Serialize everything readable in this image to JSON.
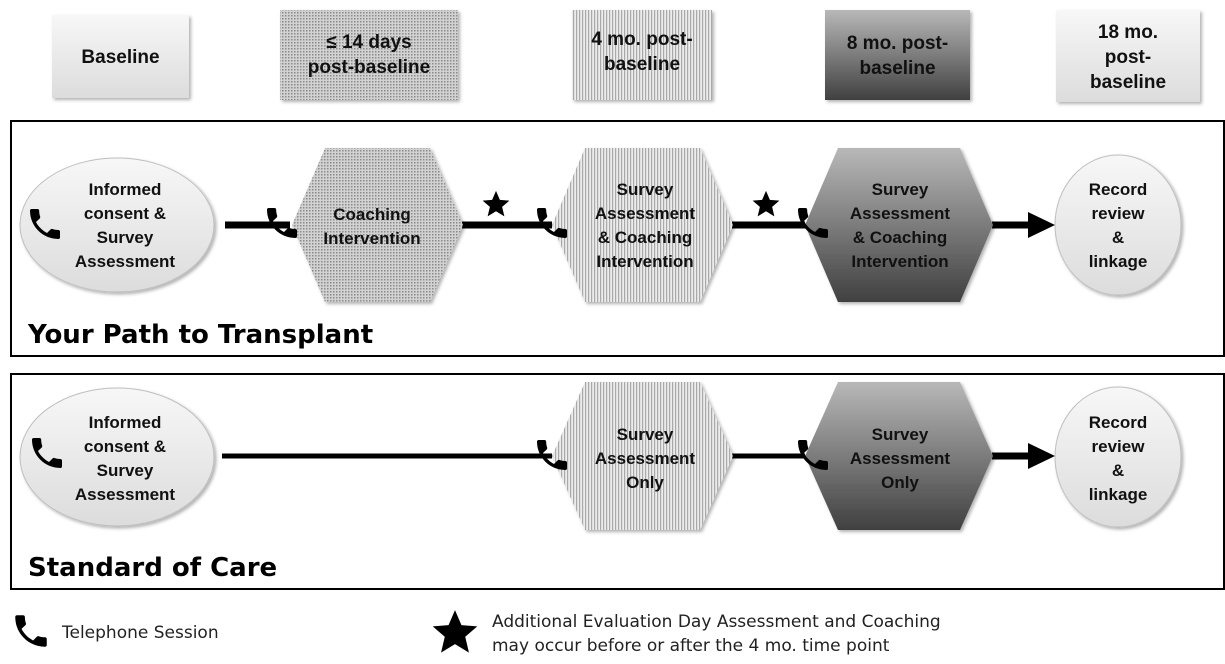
{
  "timepoints": [
    {
      "lines": [
        "Baseline"
      ]
    },
    {
      "lines": [
        "≤ 14 days",
        "post-baseline"
      ]
    },
    {
      "lines": [
        "4 mo. post-",
        "baseline"
      ]
    },
    {
      "lines": [
        "8 mo. post-",
        "baseline"
      ]
    },
    {
      "lines": [
        "18 mo.",
        "post-",
        "baseline"
      ]
    }
  ],
  "arms": [
    {
      "title": "Your Path to Transplant",
      "nodes": [
        {
          "lines": [
            "Informed",
            "consent &",
            "Survey",
            "Assessment"
          ]
        },
        {
          "lines": [
            "Coaching",
            "Intervention"
          ]
        },
        {
          "lines": [
            "Survey",
            "Assessment",
            "& Coaching",
            "Intervention"
          ]
        },
        {
          "lines": [
            "Survey",
            "Assessment",
            "& Coaching",
            "Intervention"
          ]
        },
        {
          "lines": [
            "Record",
            "review",
            "&",
            "linkage"
          ]
        }
      ]
    },
    {
      "title": "Standard of Care",
      "nodes": [
        {
          "lines": [
            "Informed",
            "consent &",
            "Survey",
            "Assessment"
          ]
        },
        {
          "lines": [
            "Survey",
            "Assessment",
            "Only"
          ]
        },
        {
          "lines": [
            "Survey",
            "Assessment",
            "Only"
          ]
        },
        {
          "lines": [
            "Record",
            "review",
            "&",
            "linkage"
          ]
        }
      ]
    }
  ],
  "legend": {
    "phone_label": "Telephone Session",
    "phone_icon": "telephone-icon",
    "star_icon": "star-icon",
    "star_line1": "Additional Evaluation Day Assessment and Coaching",
    "star_line2": "may occur before or after the 4 mo. time point"
  }
}
